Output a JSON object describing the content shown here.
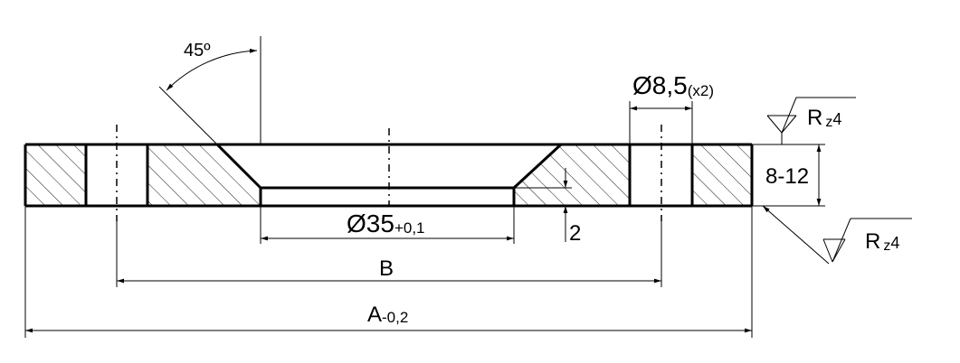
{
  "drawing": {
    "angle_label": "45º",
    "hole_symbol": "Ø",
    "hole_diameter": "8,5",
    "hole_count": "(x2)",
    "bore_symbol": "Ø",
    "bore_diameter": "35",
    "bore_tolerance": "+0,1",
    "step_depth": "2",
    "thickness": "8-12",
    "bolt_circle_label": "B",
    "outer_label": "A",
    "outer_tolerance": "-0,2",
    "roughness_top": {
      "letter": "R",
      "sub": "z",
      "value": "4"
    },
    "roughness_bottom": {
      "letter": "R",
      "sub": "z",
      "value": "4"
    }
  }
}
